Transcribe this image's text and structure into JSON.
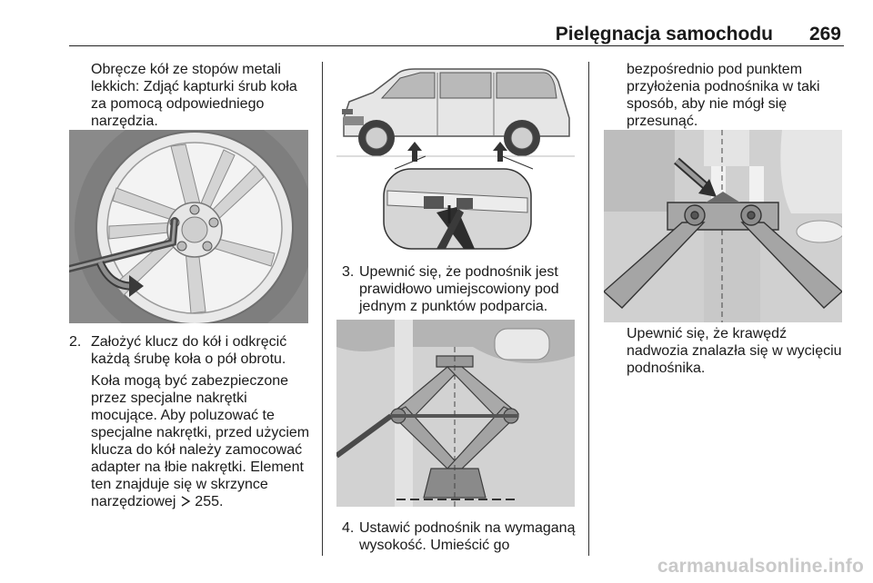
{
  "header": {
    "title": "Pielęgnacja samochodu",
    "page_number": "269"
  },
  "col1": {
    "intro_lines": [
      "Obręcze kół ze stopów metali",
      "lekkich: Zdjąć kapturki śrub koła",
      "za pomocą odpowiedniego",
      "narzędzia."
    ],
    "step2_number": "2.",
    "step2_lines": [
      "Założyć klucz do kół i odkręcić",
      "każdą śrubę koła o pół obrotu."
    ],
    "note_lines": [
      "Koła mogą być zabezpieczone",
      "przez specjalne nakrętki",
      "mocujące. Aby poluzować te",
      "specjalne nakrętki, przed użyciem",
      "klucza do kół należy zamocować",
      "adapter na łbie nakrętki. Element",
      "ten znajduje się w skrzynce"
    ],
    "note_last_line_prefix": "narzędziowej",
    "ref_icon": "arrow-reference-icon",
    "ref_page": "255."
  },
  "col2": {
    "step3_number": "3.",
    "step3_lines": [
      "Upewnić się, że podnośnik jest",
      "prawidłowo umiejscowiony pod",
      "jednym z punktów podparcia."
    ],
    "step4_number": "4.",
    "step4_lines": [
      "Ustawić podnośnik na wymaganą",
      "wysokość. Umieścić go"
    ]
  },
  "col3": {
    "intro_lines": [
      "bezpośrednio pod punktem",
      "przyłożenia podnośnika w taki",
      "sposób, aby nie mógł się",
      "przesunąć."
    ],
    "caption_lines": [
      "Upewnić się, że krawędź",
      "nadwozia znalazła się w wycięciu",
      "podnośnika."
    ]
  },
  "watermark": "carmanualsonline.info",
  "colors": {
    "text": "#1a1a1a",
    "rule": "#222222",
    "figure_gray": "#8f8f8f",
    "watermark": "#c9c9c9"
  }
}
